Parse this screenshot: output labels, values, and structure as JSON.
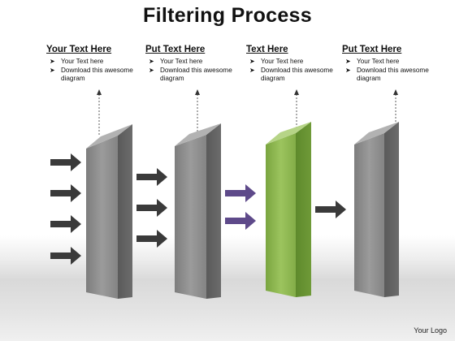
{
  "title": "Filtering Process",
  "columns": [
    {
      "heading": "Your Text Here",
      "bullets": [
        "Your Text here",
        "Download this awesome diagram"
      ]
    },
    {
      "heading": "Put Text Here",
      "bullets": [
        "Your Text here",
        "Download this awesome diagram"
      ]
    },
    {
      "heading": "Text Here",
      "bullets": [
        "Your Text here",
        "Download this awesome diagram"
      ]
    },
    {
      "heading": "Put Text Here",
      "bullets": [
        "Your Text here",
        "Download this awesome diagram"
      ]
    }
  ],
  "filters": [
    {
      "color": "#8a8a8a",
      "incoming_arrows": 4
    },
    {
      "color": "#8a8a8a",
      "incoming_arrows": 3
    },
    {
      "color": "#8bb14f",
      "incoming_arrows": 2
    },
    {
      "color": "#8a8a8a",
      "incoming_arrows": 1
    }
  ],
  "arrow_colors": {
    "dark": "#3a3a3a",
    "purple": "#5e4a8a"
  },
  "logo": "Your Logo"
}
